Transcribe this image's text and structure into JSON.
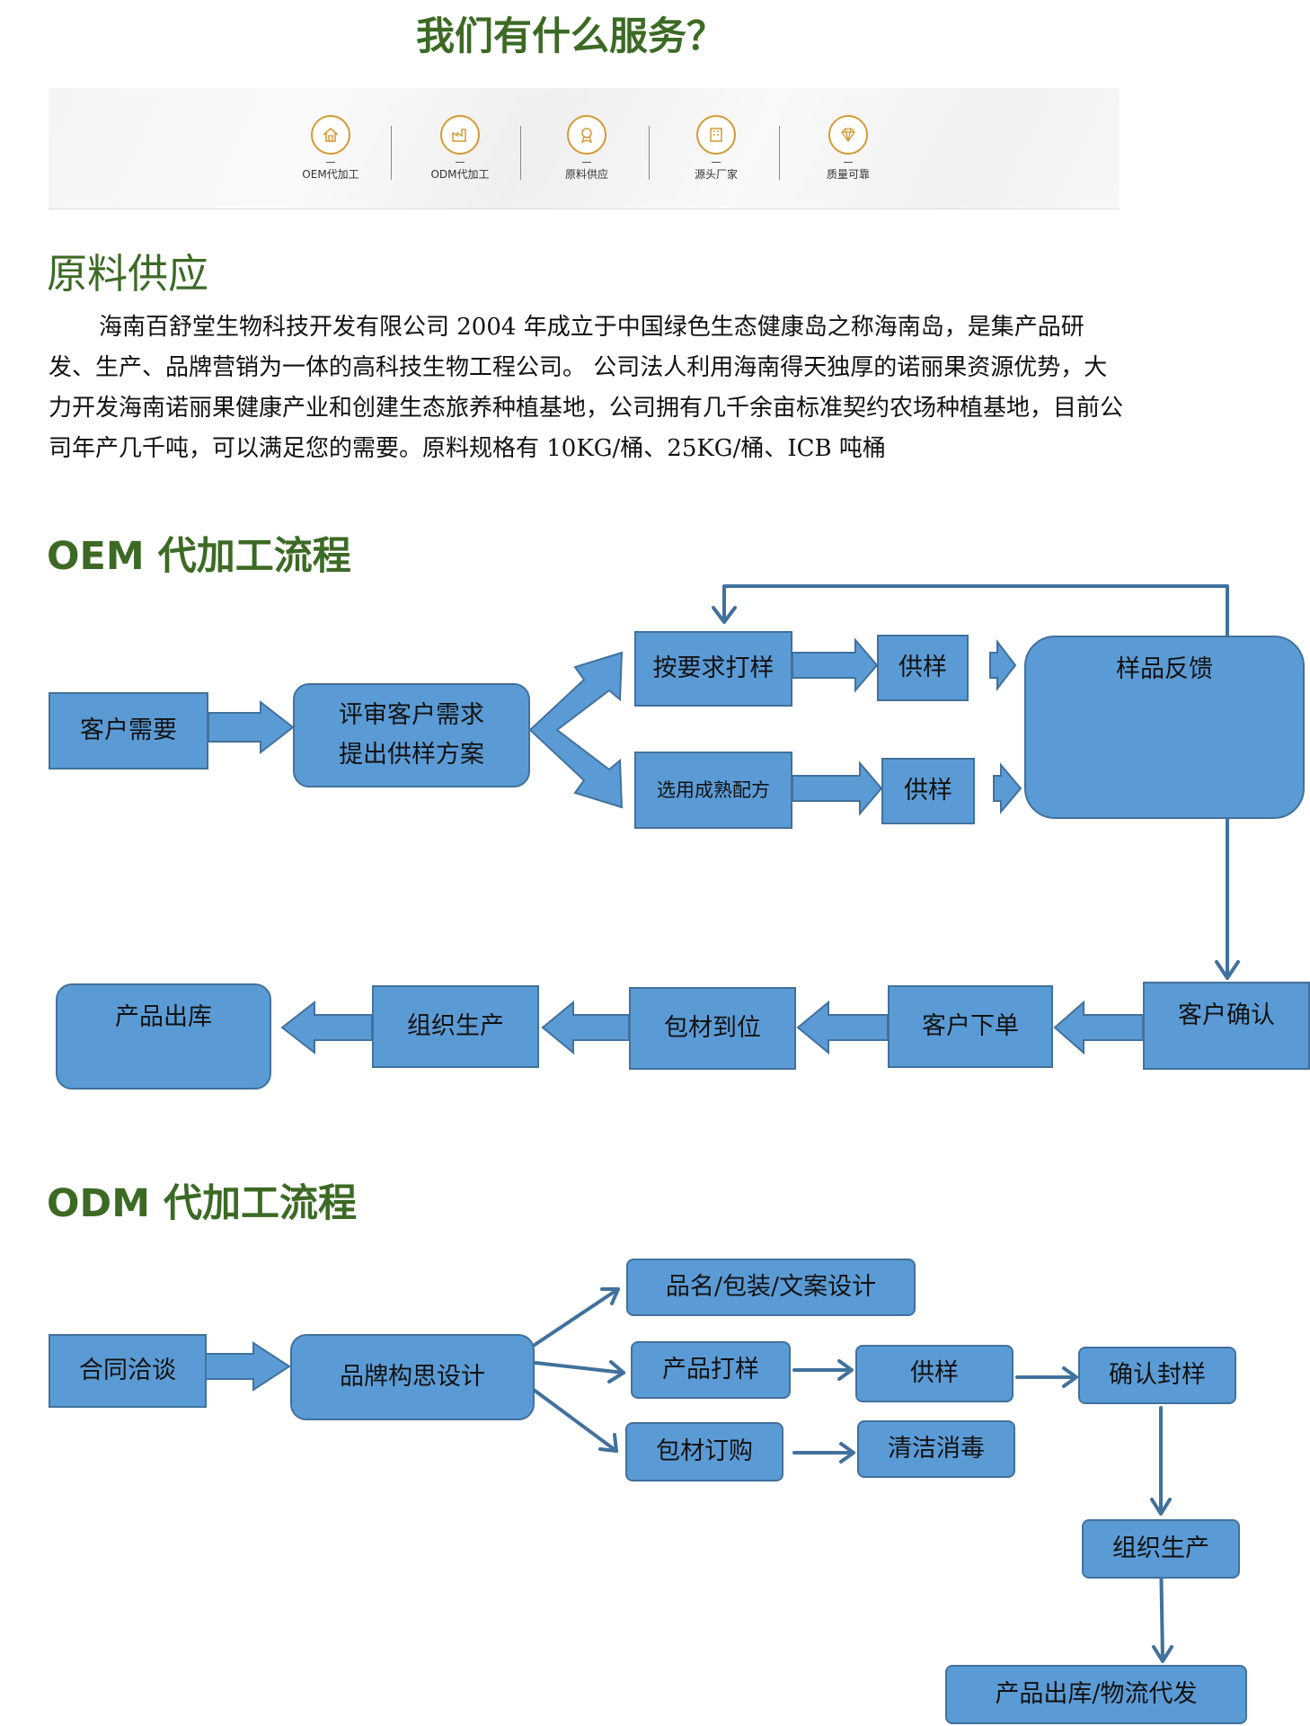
{
  "main_title": "我们有什么服务？",
  "services": [
    {
      "label": "OEM代加工",
      "icon": "house-icon"
    },
    {
      "label": "ODM代加工",
      "icon": "factory-icon"
    },
    {
      "label": "原料供应",
      "icon": "award-icon"
    },
    {
      "label": "源头厂家",
      "icon": "building-icon"
    },
    {
      "label": "质量可靠",
      "icon": "diamond-icon"
    }
  ],
  "raw_supply": {
    "title": "原料供应",
    "text": "海南百舒堂生物科技开发有限公司 2004 年成立于中国绿色生态健康岛之称海南岛，是集产品研发、生产、品牌营销为一体的高科技生物工程公司。 公司法人利用海南得天独厚的诺丽果资源优势，大力开发海南诺丽果健康产业和创建生态旅养种植基地，公司拥有几千余亩标准契约农场种植基地，目前公司年产几千吨，可以满足您的需要。原料规格有 10KG/桶、25KG/桶、ICB 吨桶"
  },
  "oem": {
    "title": "OEM 代加工流程",
    "steps": {
      "customer_need": "客户需要",
      "review_line1": "评审客户需求",
      "review_line2": "提出供样方案",
      "make_sample": "按要求打样",
      "choose_formula": "选用成熟配方",
      "supply_sample_1": "供样",
      "supply_sample_2": "供样",
      "feedback": "样品反馈",
      "confirm": "客户确认",
      "order": "客户下单",
      "packaging": "包材到位",
      "production": "组织生产",
      "outbound": "产品出库"
    }
  },
  "odm": {
    "title": "ODM 代加工流程",
    "steps": {
      "negotiate": "合同洽谈",
      "brand_design": "品牌构思设计",
      "naming": "品名/包装/文案设计",
      "product_sample": "产品打样",
      "supply_sample": "供样",
      "confirm_seal": "确认封样",
      "purchase": "包材订购",
      "clean": "清洁消毒",
      "production": "组织生产",
      "outbound": "产品出库/物流代发"
    }
  }
}
